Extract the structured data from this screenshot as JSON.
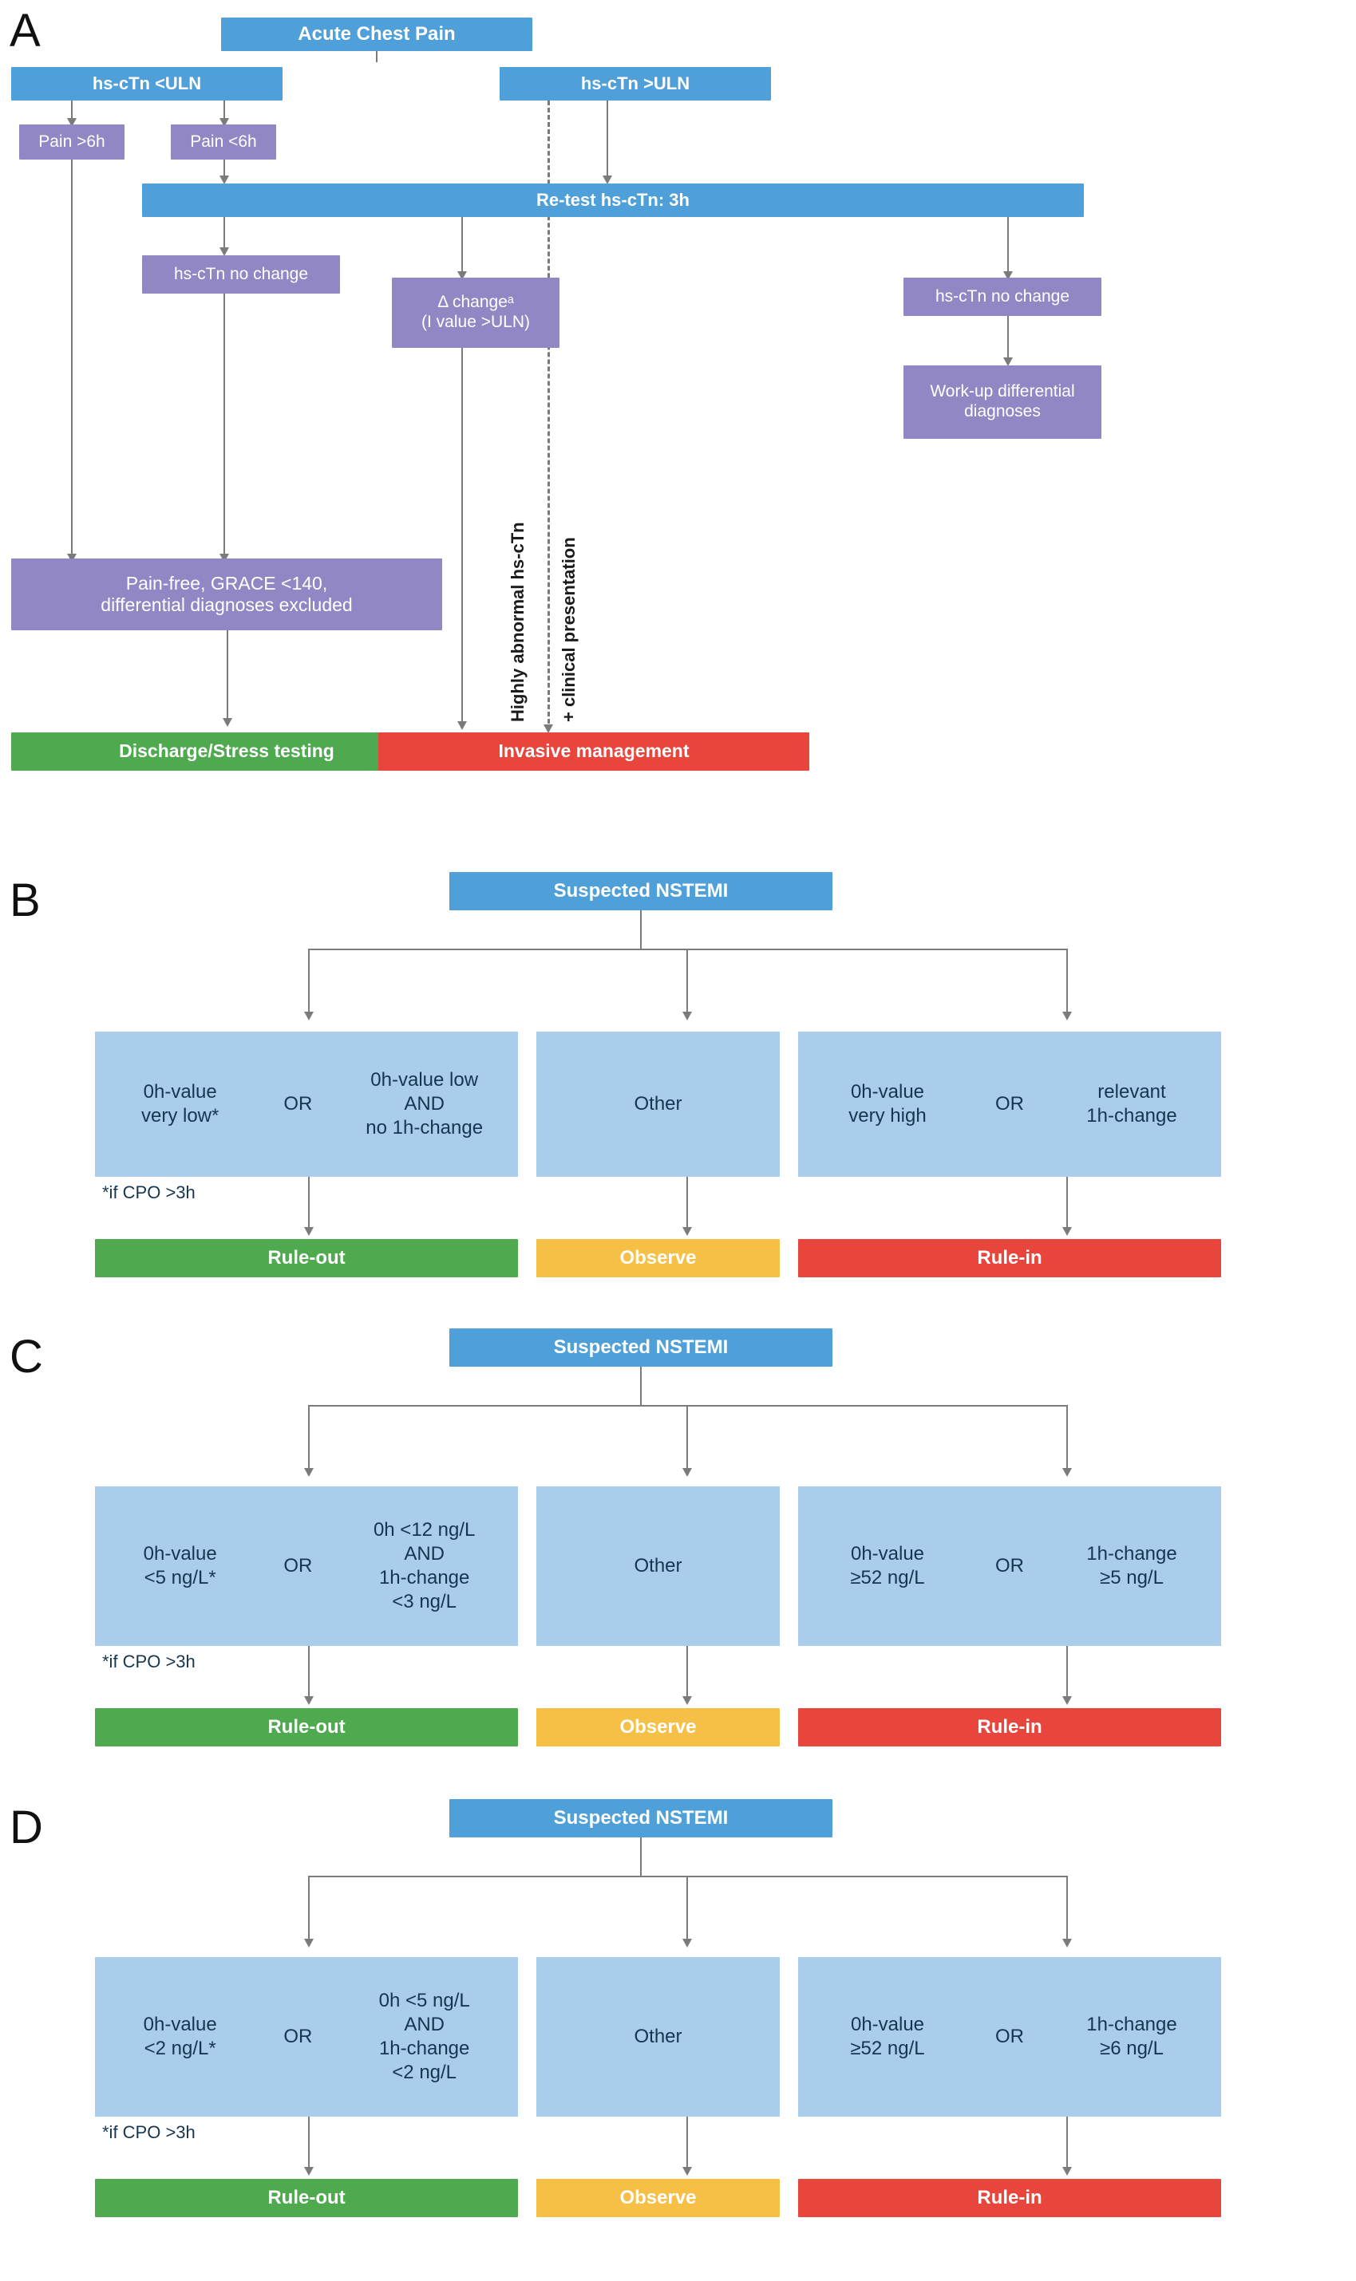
{
  "figure": {
    "panels": [
      {
        "letter": "A",
        "nodes": {
          "root": "Acute Chest Pain",
          "left_branch": "hs-cTn <ULN",
          "right_branch": "hs-cTn >ULN",
          "pain_gt6h": "Pain >6h",
          "pain_lt6h": "Pain <6h",
          "retest": "Re-test hs-cTn: 3h",
          "no_change_left": "hs-cTn no change",
          "delta_change": "Δ changeᵃ\n(I value >ULN)",
          "no_change_right": "hs-cTn no change",
          "painfree": "Pain-free, GRACE <140,\ndifferential diagnoses excluded",
          "workup": "Work-up differential\ndiagnoses",
          "discharge": "Discharge/Stress testing",
          "invasive": "Invasive management"
        },
        "side_label_line1": "Highly abnormal hs-cTn",
        "side_label_line2": "+ clinical presentation"
      },
      {
        "letter": "B",
        "root": "Suspected NSTEMI",
        "footnote": "*if CPO >3h",
        "branches": [
          {
            "left": "0h-value\nvery low*",
            "operator": "OR",
            "right": "0h-value low\nAND\nno 1h-change",
            "outcome": "Rule-out",
            "outcome_color": "green"
          },
          {
            "left": "Other",
            "operator": "",
            "right": "",
            "outcome": "Observe",
            "outcome_color": "amber"
          },
          {
            "left": "0h-value\nvery high",
            "operator": "OR",
            "right": "relevant\n1h-change",
            "outcome": "Rule-in",
            "outcome_color": "red"
          }
        ]
      },
      {
        "letter": "C",
        "root": "Suspected NSTEMI",
        "footnote": "*if CPO >3h",
        "branches": [
          {
            "left": "0h-value\n<5 ng/L*",
            "operator": "OR",
            "right": "0h <12 ng/L\nAND\n1h-change\n<3 ng/L",
            "outcome": "Rule-out",
            "outcome_color": "green"
          },
          {
            "left": "Other",
            "operator": "",
            "right": "",
            "outcome": "Observe",
            "outcome_color": "amber"
          },
          {
            "left": "0h-value\n≥52 ng/L",
            "operator": "OR",
            "right": "1h-change\n≥5 ng/L",
            "outcome": "Rule-in",
            "outcome_color": "red"
          }
        ]
      },
      {
        "letter": "D",
        "root": "Suspected NSTEMI",
        "footnote": "*if CPO >3h",
        "branches": [
          {
            "left": "0h-value\n<2 ng/L*",
            "operator": "OR",
            "right": "0h <5 ng/L\nAND\n1h-change\n<2 ng/L",
            "outcome": "Rule-out",
            "outcome_color": "green"
          },
          {
            "left": "Other",
            "operator": "",
            "right": "",
            "outcome": "Observe",
            "outcome_color": "amber"
          },
          {
            "left": "0h-value\n≥52 ng/L",
            "operator": "OR",
            "right": "1h-change\n≥6 ng/L",
            "outcome": "Rule-in",
            "outcome_color": "red"
          }
        ]
      }
    ]
  },
  "colors": {
    "blue": "#4f9fd8",
    "light_blue": "#aacdec",
    "purple": "#9187c4",
    "green": "#4fa94f",
    "amber": "#f6bf45",
    "red": "#e8453c",
    "connector": "#7b7b7b"
  }
}
